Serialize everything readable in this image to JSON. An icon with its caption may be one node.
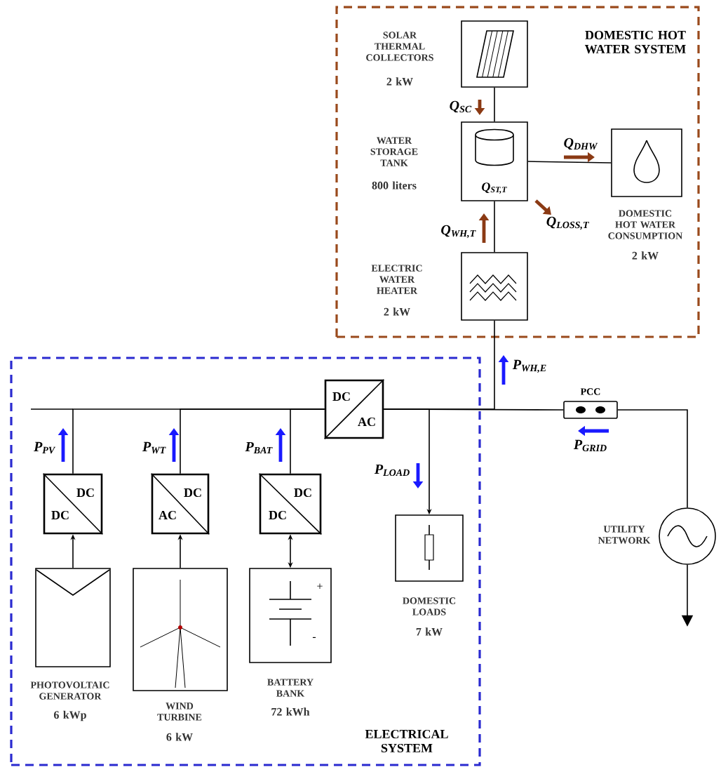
{
  "diagram": {
    "nodes": [
      {
        "text": [
          "DOMESTIC HOT WATER SYSTEM"
        ]
      },
      {
        "text": [],
        "shape": "box",
        "in": 0,
        "beside": [
          "SOLAR THERMAL COLLECTORS",
          "2 kW"
        ]
      },
      {
        "text": [
          "Q$_{ST,T}$"
        ],
        "in": 0,
        "beside": [
          "WATER STORAGE TANK",
          "800 liters"
        ]
      },
      {
        "text": [],
        "shape": "box",
        "in": 0,
        "beside": [
          "DOMESTIC HOT WATER CONSUMPTION",
          "2 kW"
        ]
      },
      {
        "text": [],
        "shape": "box",
        "in": 0,
        "beside": [
          "ELECTRIC WATER HEATER",
          "2 kW"
        ]
      },
      {
        "text": [
          "ELECTRICAL SYSTEM"
        ]
      },
      {
        "text": [
          "DC",
          "AC"
        ],
        "in": 5
      },
      {
        "text": [
          "DC",
          "DC"
        ],
        "in": 5
      },
      {
        "text": [
          "DC",
          "AC"
        ],
        "in": 5
      },
      {
        "text": [
          "DC",
          "DC"
        ],
        "in": 5
      },
      {
        "text": [],
        "shape": "box",
        "in": 5,
        "beside": [
          "PHOTOVOLTAIC GENERATOR",
          "6 kWp"
        ]
      },
      {
        "text": [],
        "shape": "box",
        "in": 5,
        "beside": [
          "WIND TURBINE",
          "6 kW"
        ]
      },
      {
        "text": [],
        "shape": "box",
        "in": 5,
        "beside": [
          "BATTERY BANK",
          "72 kWh"
        ]
      },
      {
        "text": [],
        "shape": "box",
        "in": 5,
        "beside": [
          "DOMESTIC LOADS",
          "7 kW"
        ]
      },
      {
        "text": [
          "PCC"
        ]
      },
      {
        "text": [],
        "shape": "circle",
        "beside": [
          "UTILITY NETWORK"
        ]
      }
    ],
    "edges": [
      {
        "from": 1,
        "to": 2,
        "arrow": "none"
      },
      {
        "from": 2,
        "to": 3,
        "arrow": "none"
      },
      {
        "from": 4,
        "to": 2,
        "arrow": "none"
      },
      {
        "from": 10,
        "to": 7,
        "arrow": "to"
      },
      {
        "from": 11,
        "to": 8,
        "arrow": "to"
      },
      {
        "from": 12,
        "to": 9,
        "arrow": "both"
      },
      {
        "from": 7,
        "to": 6,
        "arrow": "none"
      },
      {
        "from": 8,
        "to": 6,
        "arrow": "none"
      },
      {
        "from": 9,
        "to": 6,
        "arrow": "none"
      },
      {
        "from": 6,
        "to": 4,
        "arrow": "none"
      },
      {
        "from": 6,
        "to": 13,
        "arrow": "to"
      },
      {
        "from": 6,
        "to": 14,
        "arrow": "none"
      },
      {
        "from": 14,
        "to": 15,
        "arrow": "none"
      },
      {
        "from": 15,
        "to": null,
        "arrow": "to"
      }
    ],
    "labels": [
      "Q$_{SC}$",
      "Q$_{DHW}$",
      "Q$_{WH,T}$",
      "Q$_{LOSS,T}$",
      "P$_{WH,E}$",
      "P$_{PV}$",
      "P$_{WT}$",
      "P$_{BAT}$",
      "P$_{LOAD}$",
      "P$_{GRID}$",
      "+",
      "-"
    ]
  }
}
